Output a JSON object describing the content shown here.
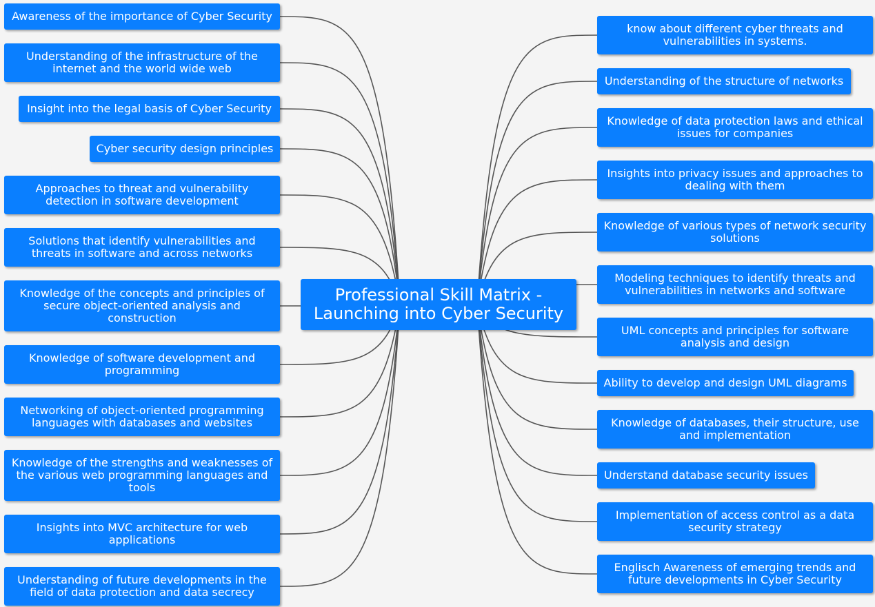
{
  "center": {
    "title": "Professional Skill Matrix - Launching into Cyber Security"
  },
  "left_nodes": [
    "Awareness of the importance of Cyber Security",
    "Understanding of the infrastructure of the internet and the world wide web",
    "Insight into the legal basis of Cyber Security",
    "Cyber security design principles",
    "Approaches to threat and vulnerability detection in software development",
    "Solutions that identify vulnerabilities and threats in software and across networks",
    "Knowledge of the concepts and principles of secure object-oriented analysis and construction",
    "Knowledge of software development and programming",
    "Networking of object-oriented programming languages with databases and websites",
    "Knowledge of the strengths and weaknesses of the various web programming languages and tools",
    "Insights into MVC architecture for web applications",
    "Understanding of future developments in the field of data protection and data secrecy"
  ],
  "right_nodes": [
    "know about different cyber threats and vulnerabilities in systems.",
    "Understanding of the structure of networks",
    "Knowledge of data protection laws and ethical issues for companies",
    "Insights into privacy issues and approaches to dealing with them",
    "Knowledge of various types of network security solutions",
    "Modeling techniques to identify threats and vulnerabilities in networks and software",
    "UML concepts and principles for software analysis and design",
    "Ability to develop and design UML diagrams",
    "Knowledge of databases, their structure, use and implementation",
    "Understand database security issues",
    "Implementation of access control as a data security strategy",
    "Englisch Awareness of emerging trends and future developments in Cyber Security"
  ],
  "colors": {
    "node_fill": "#0a7fff",
    "node_text": "#ffffff",
    "connector": "#555555",
    "background": "#f4f4f4"
  }
}
